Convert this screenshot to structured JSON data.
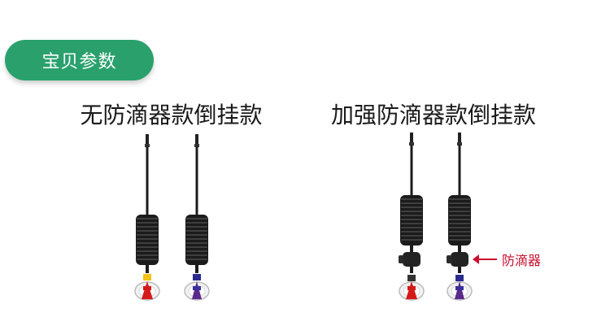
{
  "badge": {
    "label": "宝贝参数"
  },
  "variants": [
    {
      "title": "无防滴器款倒挂款"
    },
    {
      "title": "加强防滴器款倒挂款"
    }
  ],
  "callout": {
    "label": "防滴器"
  },
  "colors": {
    "accent": "#2aa16d",
    "callout": "#c8102e",
    "rod": "#1c1c1c"
  }
}
